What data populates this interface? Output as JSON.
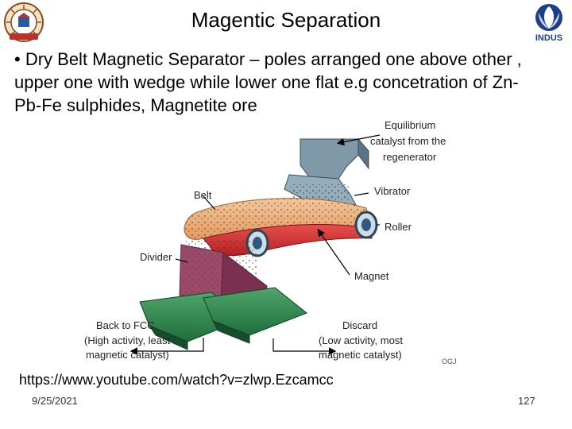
{
  "slide": {
    "title": "Magentic Separation",
    "bullet": "• Dry Belt Magnetic Separator – poles arranged one above other , upper one with wedge while lower one flat e.g concetration of Zn-Pb-Fe sulphides, Magnetite ore",
    "link": "https://www.youtube.com/watch?v=zlwp.Ezcamcc",
    "date": "9/25/2021",
    "page_number": "127"
  },
  "logos": {
    "right_text": "INDUS"
  },
  "diagram": {
    "labels": {
      "equilibrium_1": "Equilibrium",
      "equilibrium_2": "catalyst from the",
      "equilibrium_3": "regenerator",
      "belt": "Belt",
      "vibrator": "Vibrator",
      "roller": "Roller",
      "divider": "Divider",
      "magnet": "Magnet",
      "back_1": "Back to FCC",
      "back_2": "(High activity, least",
      "back_3": "magnetic catalyst)",
      "discard_1": "Discard",
      "discard_2": "(Low activity, most",
      "discard_3": "magnetic catalyst)",
      "credit": "OGJ"
    }
  }
}
